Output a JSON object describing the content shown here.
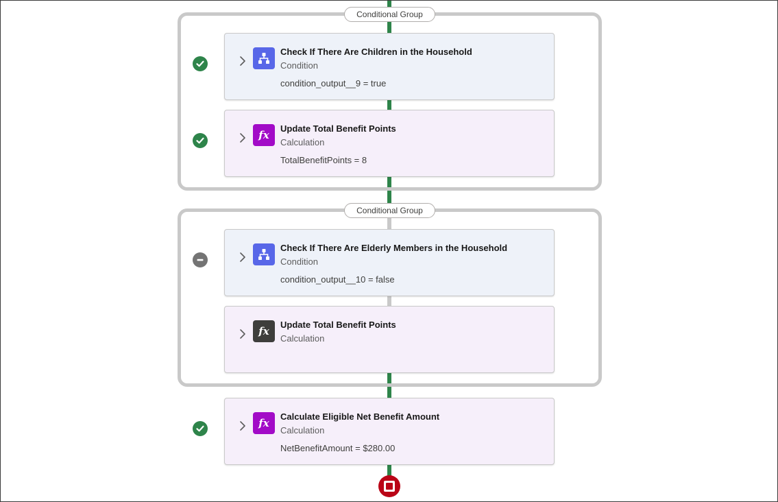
{
  "groups": [
    {
      "label": "Conditional Group"
    },
    {
      "label": "Conditional Group"
    }
  ],
  "steps": [
    {
      "title": "Check If There Are Children in the Household",
      "type": "Condition",
      "output": "condition_output__9 = true",
      "status": "completed"
    },
    {
      "title": "Update Total Benefit Points",
      "type": "Calculation",
      "output": "TotalBenefitPoints = 8",
      "status": "completed"
    },
    {
      "title": "Check If There Are Elderly Members in the Household",
      "type": "Condition",
      "output": "condition_output__10 = false",
      "status": "skipped"
    },
    {
      "title": "Update Total Benefit Points",
      "type": "Calculation",
      "output": "",
      "status": "not-run"
    },
    {
      "title": "Calculate Eligible Net Benefit Amount",
      "type": "Calculation",
      "output": "NetBenefitAmount = $280.00",
      "status": "completed"
    }
  ],
  "icons": {
    "condition": "branch-icon",
    "calculation": "fx-icon",
    "fx_glyph": "fx",
    "status_ok": "check-circle-icon",
    "status_skip": "minus-circle-icon",
    "end": "stop-icon"
  },
  "colors": {
    "path_active": "#2e844a",
    "path_inactive": "#c9c9c9",
    "condition_tile": "#5867e8",
    "calculation_tile": "#a20bc7",
    "calculation_tile_inactive": "#3e3e3c",
    "end": "#ba0517"
  }
}
